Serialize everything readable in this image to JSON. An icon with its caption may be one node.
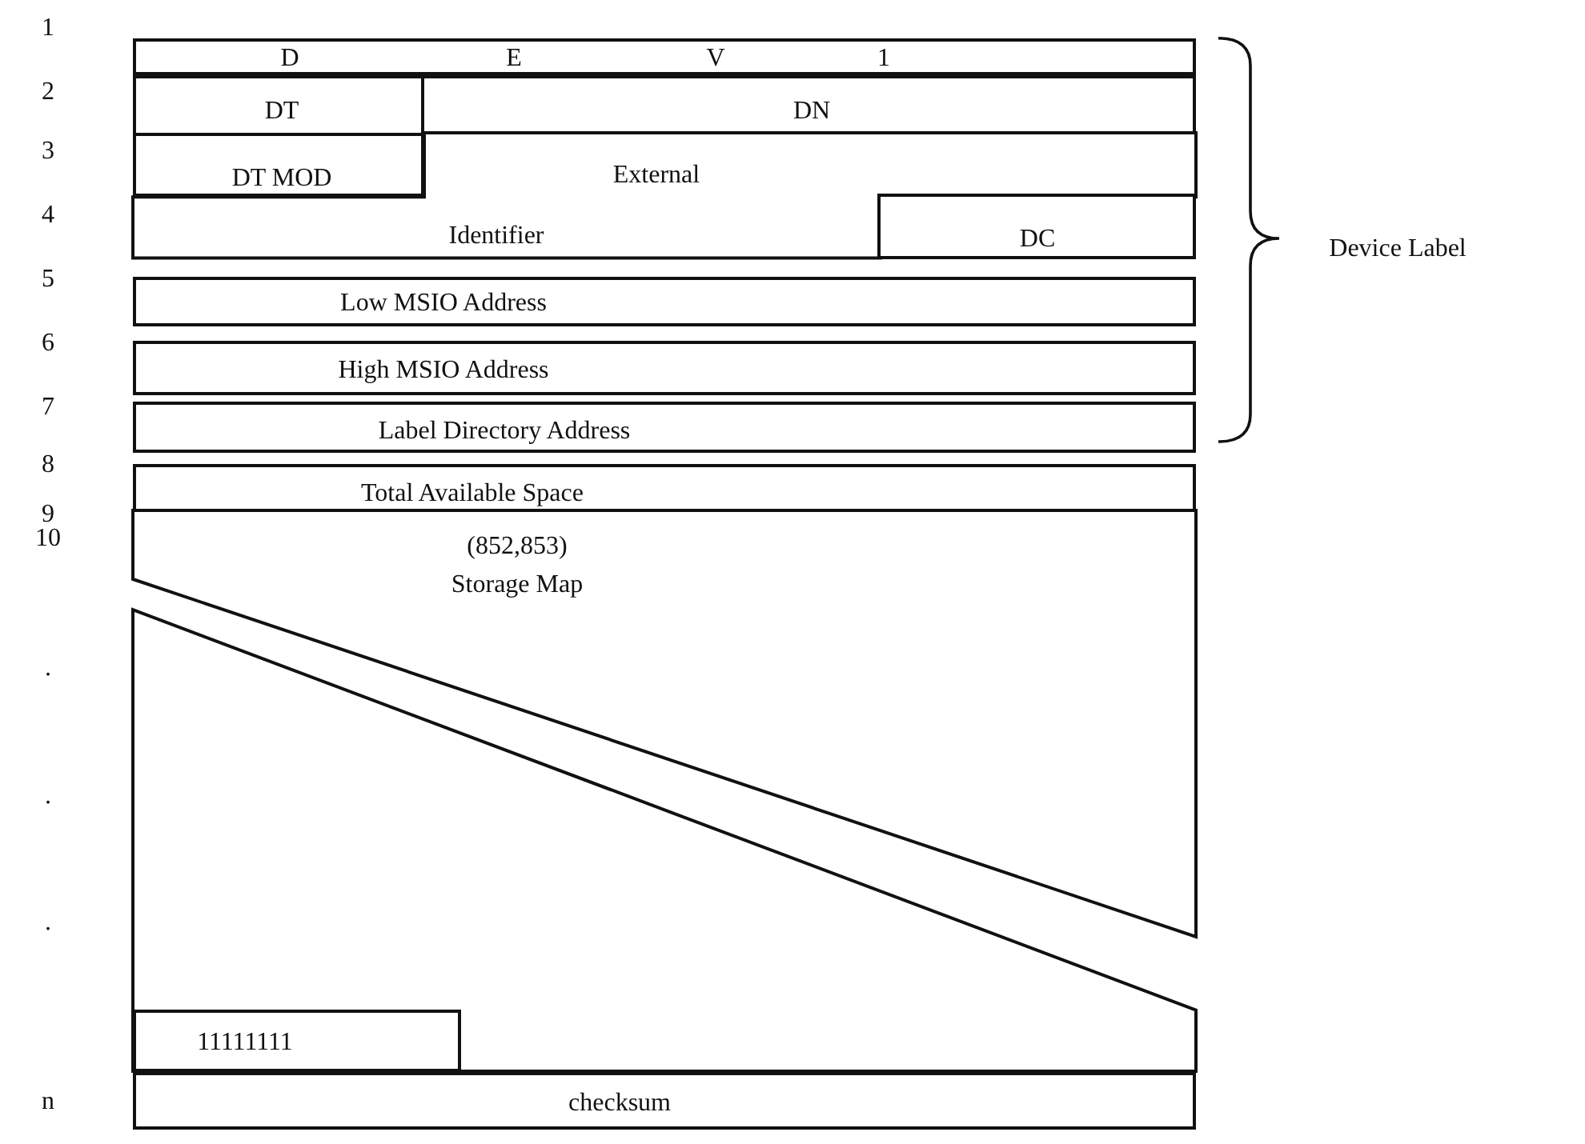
{
  "diagram": {
    "nodes": [
      {
        "text": [
          "D",
          "E",
          "V",
          "1"
        ]
      },
      {
        "text": [
          "DT"
        ]
      },
      {
        "text": [
          "DN"
        ]
      },
      {
        "text": [
          "DT MOD"
        ]
      },
      {
        "text": [
          "External",
          "Identifier"
        ]
      },
      {
        "text": [
          "DC"
        ]
      },
      {
        "text": [
          "Low MSIO Address"
        ]
      },
      {
        "text": [
          "High MSIO Address"
        ]
      },
      {
        "text": [
          "Label Directory Address"
        ]
      },
      {
        "text": [
          "Total Available Space"
        ]
      },
      {
        "text": [
          "(852,853)",
          "Storage Map"
        ]
      },
      {
        "text": [
          "11111111"
        ],
        "in": 10
      },
      {
        "text": [
          "checksum"
        ]
      }
    ],
    "edges": [],
    "labels": [
      "1",
      "2",
      "3",
      "4",
      "Device Label",
      "5",
      "6",
      "7",
      "8",
      "9",
      "10",
      ".",
      ".",
      ".",
      "n"
    ]
  }
}
